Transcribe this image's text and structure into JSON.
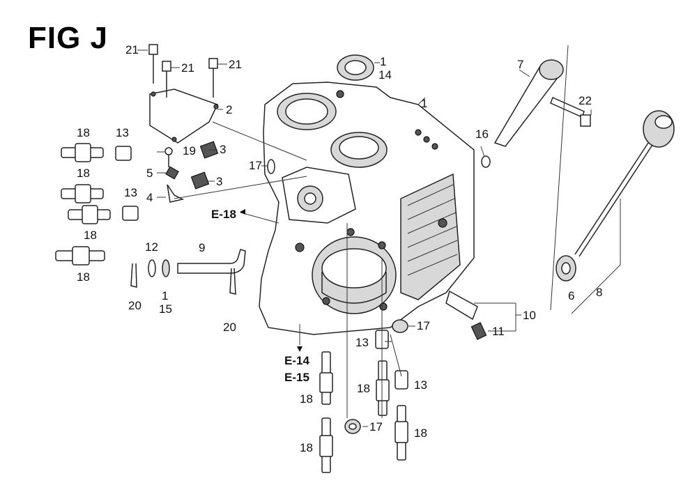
{
  "figure": {
    "title": "FIG J",
    "callouts": {
      "c1a": "1",
      "c14": "14",
      "c1b": "1",
      "c2": "2",
      "c3a": "3",
      "c3b": "3",
      "c4": "4",
      "c5": "5",
      "c6": "6",
      "c7": "7",
      "c8": "8",
      "c9": "9",
      "c10": "10",
      "c11": "11",
      "c12": "12",
      "c13a": "13",
      "c13b": "13",
      "c13c": "13",
      "c13d": "13",
      "c1c": "1",
      "c15": "15",
      "c16": "16",
      "c17a": "17",
      "c17b": "17",
      "c17c": "17",
      "c18a": "18",
      "c18b": "18",
      "c18c": "18",
      "c18d": "18",
      "c18e": "18",
      "c18f": "18",
      "c18g": "18",
      "c18h": "18",
      "c19": "19",
      "c20a": "20",
      "c20b": "20",
      "c21a": "21",
      "c21b": "21",
      "c21c": "21",
      "c22": "22"
    },
    "references": {
      "e18": "E-18",
      "e14": "E-14",
      "e15": "E-15"
    }
  }
}
